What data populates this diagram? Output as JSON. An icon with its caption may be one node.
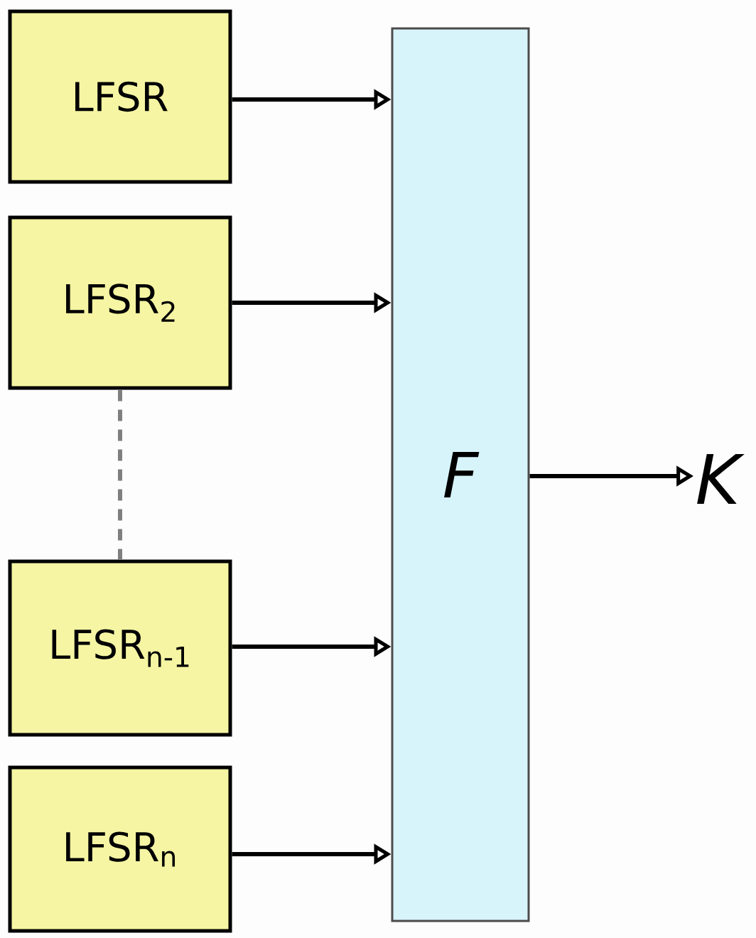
{
  "diagram": {
    "nodes": [
      {
        "text": [
          "LFSR"
        ]
      },
      {
        "text": [
          "LFSR$_{2}$"
        ]
      },
      {
        "text": [
          "LFSR$_{n-1}$"
        ]
      },
      {
        "text": [
          "LFSR$_{n}$"
        ]
      },
      {
        "text": [
          "F"
        ]
      },
      {
        "text": [
          "K"
        ]
      }
    ],
    "edges": [
      {
        "from": 0,
        "to": 4,
        "arrow": "to"
      },
      {
        "from": 1,
        "to": 4,
        "arrow": "to"
      },
      {
        "from": 2,
        "to": 4,
        "arrow": "to"
      },
      {
        "from": 3,
        "to": 4,
        "arrow": "to"
      },
      {
        "from": 4,
        "to": 5,
        "arrow": "to"
      },
      {
        "from": 1,
        "to": 2,
        "arrow": "none",
        "style": "dashed",
        "color": "#7f7f7f"
      }
    ]
  }
}
